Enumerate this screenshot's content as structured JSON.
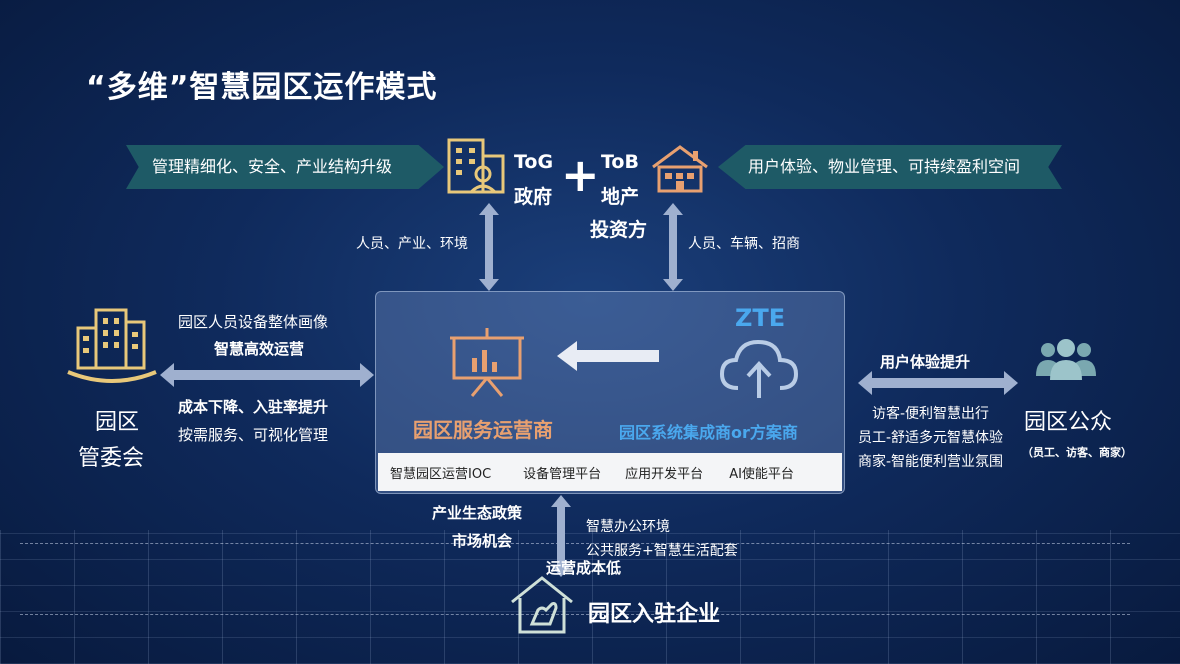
{
  "title": "“多维”智慧园区运作模式",
  "top_left_banner": "管理精细化、安全、产业结构升级",
  "top_right_banner": "用户体验、物业管理、可持续盈利空间",
  "tog": {
    "code": "ToG",
    "name": "政府"
  },
  "plus": "+",
  "tob": {
    "code": "ToB",
    "name_line1": "地产",
    "name_line2": "投资方"
  },
  "left_up_label": "人员、产业、环境",
  "right_up_label": "人员、车辆、招商",
  "committee": {
    "line1": "园区",
    "line2": "管委会"
  },
  "left_texts": {
    "t1": "园区人员设备整体画像",
    "t2": "智慧高效运营",
    "t3": "成本下降、入驻率提升",
    "t4": "按需服务、可视化管理"
  },
  "center": {
    "brand": "ZTE",
    "service_operator": "园区服务运营商",
    "integrator": "园区系统集成商or方案商",
    "platforms": [
      "智慧园区运营IOC",
      "设备管理平台",
      "应用开发平台",
      "AI使能平台"
    ]
  },
  "right_side": {
    "headline": "用户体验提升",
    "items": [
      "访客-便利智慧出行",
      "员工-舒适多元智慧体验",
      "商家-智能便利营业氛围"
    ],
    "public_title": "园区公众",
    "public_sub": "（员工、访客、商家）"
  },
  "bottom": {
    "policy_line1": "产业生态政策",
    "policy_line2": "市场机会",
    "office": "智慧办公环境",
    "services": "公共服务+智慧生活配套",
    "cost": "运营成本低",
    "enterprise": "园区入驻企业"
  },
  "colors": {
    "banner_bg": "#1e5a66",
    "accent_orange": "#e8a070",
    "accent_blue": "#4aa8ee",
    "icon_gold": "#e8c87a",
    "arrow": "#9fb0cf"
  }
}
